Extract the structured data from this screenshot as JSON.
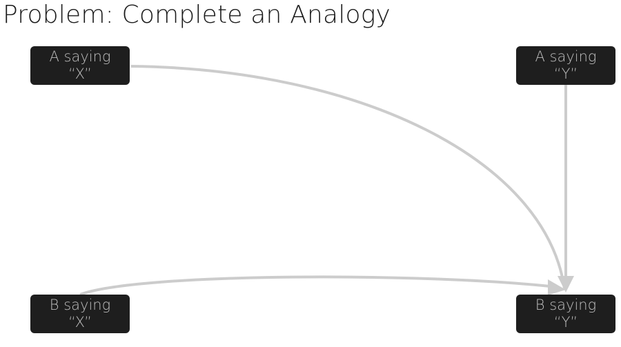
{
  "title": "Problem: Complete an Analogy",
  "nodes": {
    "a_x": {
      "line1": "A saying",
      "line2": "“X”"
    },
    "a_y": {
      "line1": "A saying",
      "line2": "“Y”"
    },
    "b_x": {
      "line1": "B saying",
      "line2": "“X”"
    },
    "b_y": {
      "line1": "B saying",
      "line2": "“Y”"
    }
  },
  "colors": {
    "node_fill": "#1e1e1e",
    "node_text": "#bdbdbd",
    "edge": "#cccccc",
    "title": "#1a1a1a"
  }
}
